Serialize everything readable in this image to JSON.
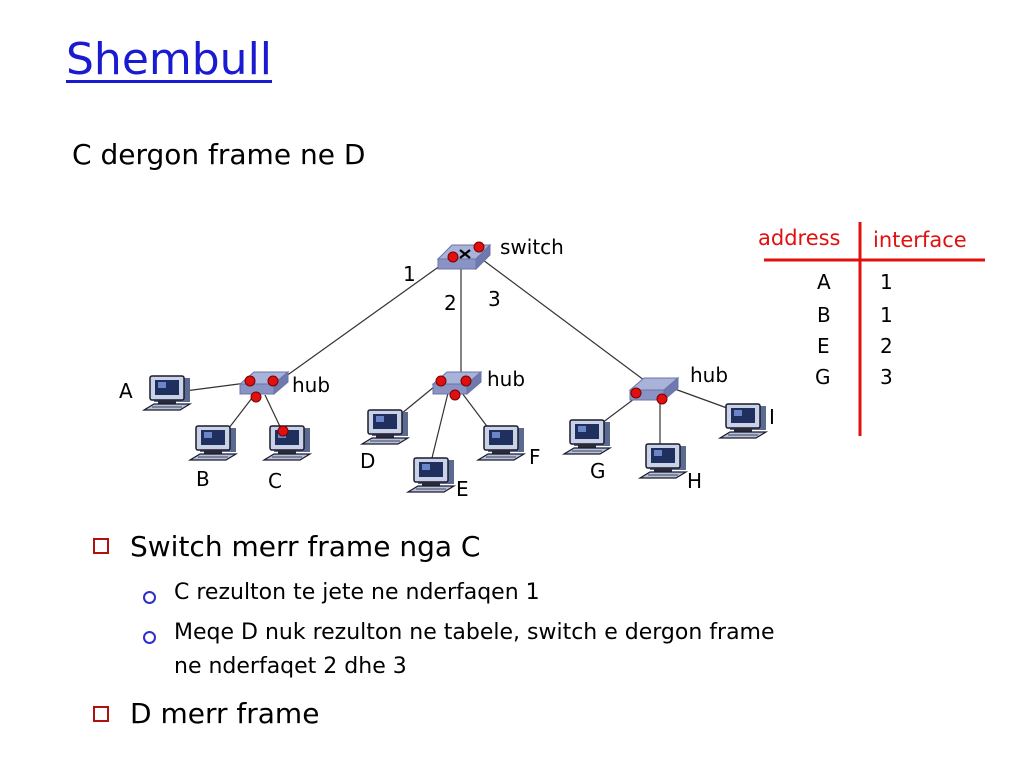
{
  "slide": {
    "title": "Shembull",
    "subtitle": "C dergon  frame ne D"
  },
  "diagram": {
    "switch_label": "switch",
    "hub_labels": [
      "hub",
      "hub",
      "hub"
    ],
    "port_labels": [
      "1",
      "2",
      "3"
    ],
    "hosts": [
      "A",
      "B",
      "C",
      "D",
      "E",
      "F",
      "G",
      "H",
      "I"
    ]
  },
  "table": {
    "headers": [
      "address",
      "interface"
    ],
    "rows": [
      [
        "A",
        "1"
      ],
      [
        "B",
        "1"
      ],
      [
        "E",
        "2"
      ],
      [
        "G",
        "3"
      ]
    ]
  },
  "bullets": [
    {
      "text": "Switch merr  frame nga C",
      "sub": [
        "C rezulton te jete ne nderfaqen 1",
        "Meqe D nuk rezulton ne tabele,  switch e dergon  frame",
        "ne nderfaqet 2 dhe 3"
      ]
    },
    {
      "text": "D merr  frame"
    }
  ],
  "colors": {
    "title": "#1a1ad0",
    "table_header": "#e01010",
    "port_dot": "#e01010",
    "bullet_sq": "#b01010",
    "bullet_ring": "#2d2dd0"
  }
}
